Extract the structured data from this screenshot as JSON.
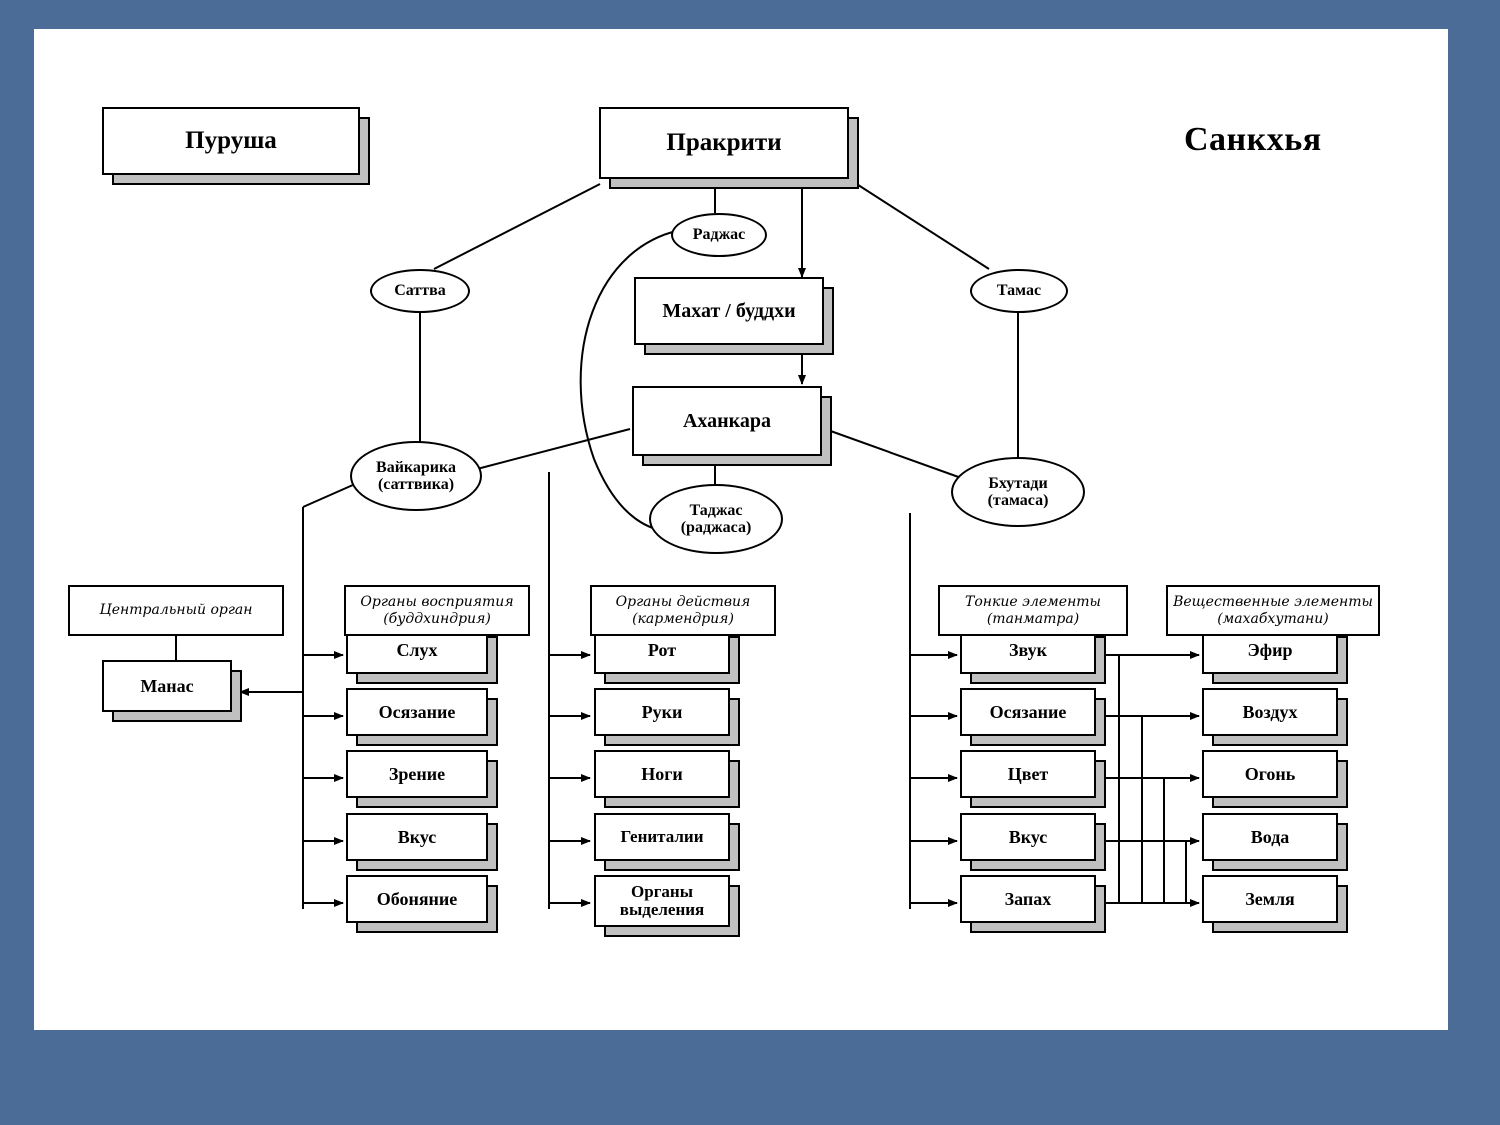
{
  "page": {
    "title": "Санкхья",
    "background_color": "#4a6c96",
    "canvas_color": "#ffffff",
    "box_face_color": "#ffffff",
    "box_shadow_color": "#c0c0c0",
    "line_color": "#000000"
  },
  "nodes": {
    "purusha": "Пуруша",
    "prakriti": "Пракрити",
    "mahat": "Махат / буддхи",
    "ahankara": "Аханкара",
    "manas": "Манас"
  },
  "gunas": {
    "sattva": "Саттва",
    "rajas": "Раджас",
    "tamas": "Тамас"
  },
  "ahankara_modes": {
    "vaikarika": "Вайкарика\n(саттвика)",
    "vaikarika_line1": "Вайкарика",
    "vaikarika_line2": "(саттвика)",
    "taijasa_line1": "Таджас",
    "taijasa_line2": "(раджаса)",
    "bhutadi_line1": "Бхутади",
    "bhutadi_line2": "(тамаса)"
  },
  "columns": [
    {
      "id": "central-organ",
      "header_line1": "Центральный орган",
      "header_line2": "",
      "items": [
        "Манас"
      ]
    },
    {
      "id": "organs-of-perception",
      "header_line1": "Органы восприятия",
      "header_line2": "(буддхиндрия)",
      "items": [
        "Слух",
        "Осязание",
        "Зрение",
        "Вкус",
        "Обоняние"
      ]
    },
    {
      "id": "organs-of-action",
      "header_line1": "Органы действия",
      "header_line2": "(кармендрия)",
      "items": [
        "Рот",
        "Руки",
        "Ноги",
        "Гениталии",
        "Органы\nвыделения"
      ]
    },
    {
      "id": "subtle-elements",
      "header_line1": "Тонкие элементы",
      "header_line2": "(танматра)",
      "items": [
        "Звук",
        "Осязание",
        "Цвет",
        "Вкус",
        "Запах"
      ]
    },
    {
      "id": "gross-elements",
      "header_line1": "Вещественные элементы",
      "header_line2": "(махабхутани)",
      "items": [
        "Эфир",
        "Воздух",
        "Огонь",
        "Вода",
        "Земля"
      ]
    }
  ],
  "column_items": {
    "perception": [
      "Слух",
      "Осязание",
      "Зрение",
      "Вкус",
      "Обоняние"
    ],
    "action_l1": [
      "Рот",
      "Руки",
      "Ноги",
      "Гениталии",
      "Органы"
    ],
    "action_l2": [
      "",
      "",
      "",
      "",
      "выделения"
    ],
    "tanmatra": [
      "Звук",
      "Осязание",
      "Цвет",
      "Вкус",
      "Запах"
    ],
    "mahabhuta": [
      "Эфир",
      "Воздух",
      "Огонь",
      "Вода",
      "Земля"
    ]
  }
}
